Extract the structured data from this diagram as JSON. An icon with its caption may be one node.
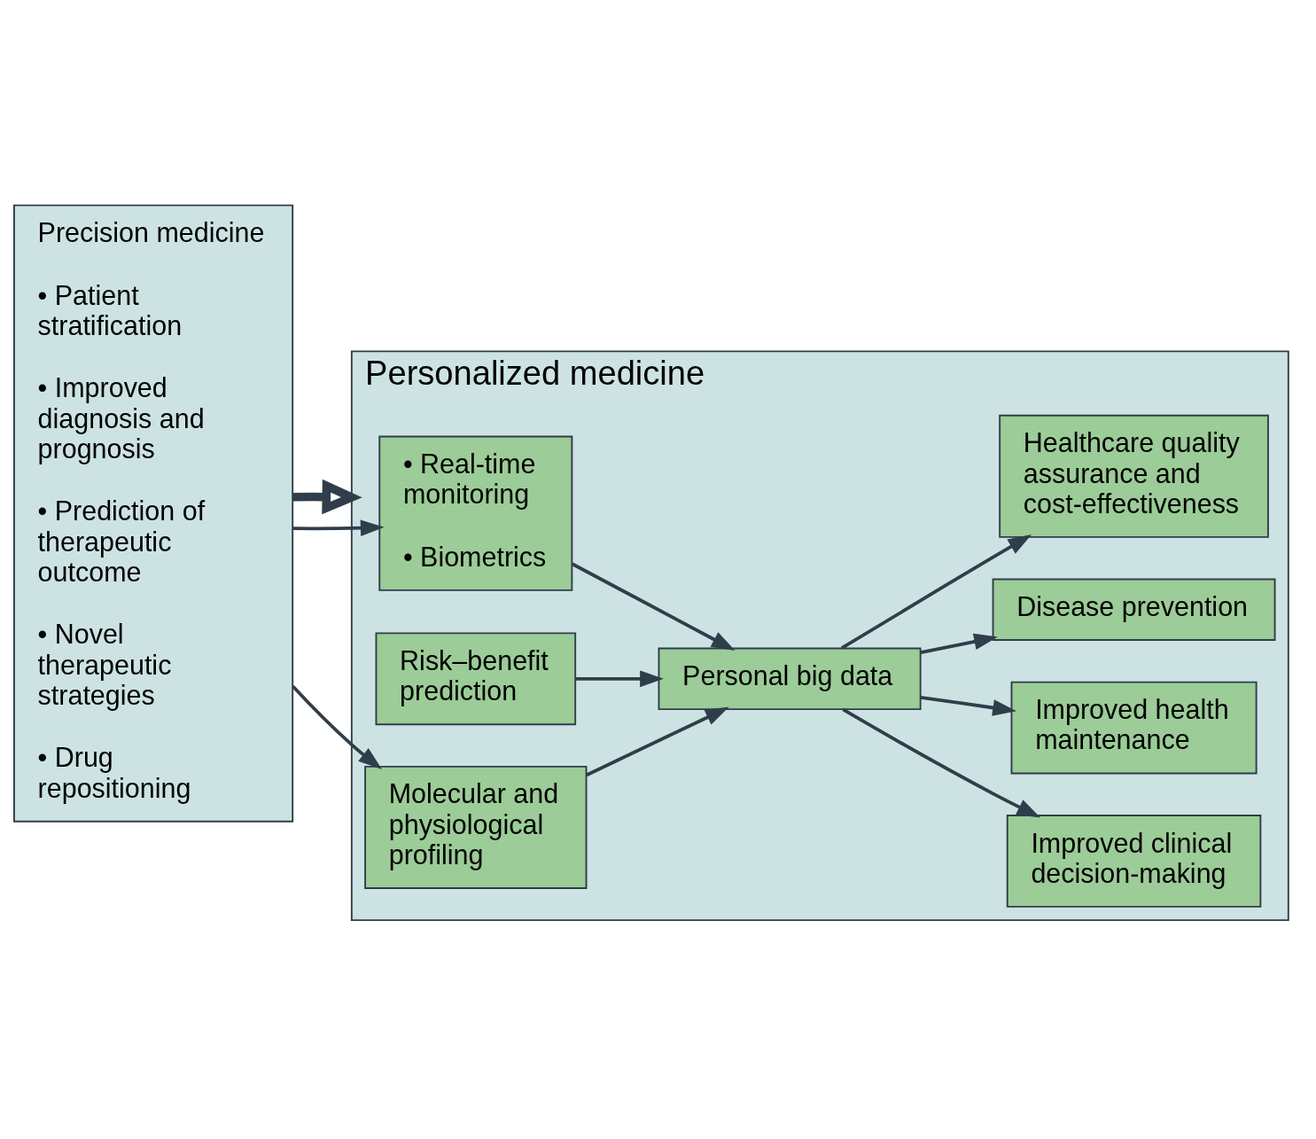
{
  "diagram": {
    "nodes": [
      {
        "text": [
          "Precision medicine",
          "• Patient stratification",
          "• Improved diagnosis and prognosis",
          "• Prediction of therapeutic outcome",
          "• Novel therapeutic strategies",
          "• Drug repositioning"
        ]
      },
      {
        "text": [
          "Personalized medicine"
        ]
      },
      {
        "text": [
          "• Real-time monitoring",
          "• Biometrics"
        ],
        "in": 1
      },
      {
        "text": [
          "Risk–benefit prediction"
        ],
        "in": 1
      },
      {
        "text": [
          "Personal big data"
        ],
        "in": 1
      },
      {
        "text": [
          "Molecular and physiological profiling"
        ],
        "in": 1
      },
      {
        "text": [
          "Improved clinical decision-making"
        ],
        "in": 1
      },
      {
        "text": [
          "Improved health maintenance"
        ],
        "in": 1
      },
      {
        "text": [
          "Disease prevention"
        ],
        "in": 1
      },
      {
        "text": [
          "Healthcare quality assurance and cost-effectiveness"
        ],
        "in": 1
      }
    ],
    "edges": [
      {
        "from": 0,
        "to": 2,
        "arrow": "to"
      },
      {
        "from": 0,
        "to": 1,
        "arrow": "to",
        "style": "thick"
      },
      {
        "from": 0,
        "to": 5,
        "arrow": "to"
      },
      {
        "from": 2,
        "to": 4,
        "arrow": "to"
      },
      {
        "from": 3,
        "to": 4,
        "arrow": "to"
      },
      {
        "from": 5,
        "to": 4,
        "arrow": "to"
      },
      {
        "from": 4,
        "to": 6,
        "arrow": "to"
      },
      {
        "from": 4,
        "to": 7,
        "arrow": "to"
      },
      {
        "from": 4,
        "to": 8,
        "arrow": "to"
      },
      {
        "from": 4,
        "to": 9,
        "arrow": "to"
      }
    ]
  }
}
